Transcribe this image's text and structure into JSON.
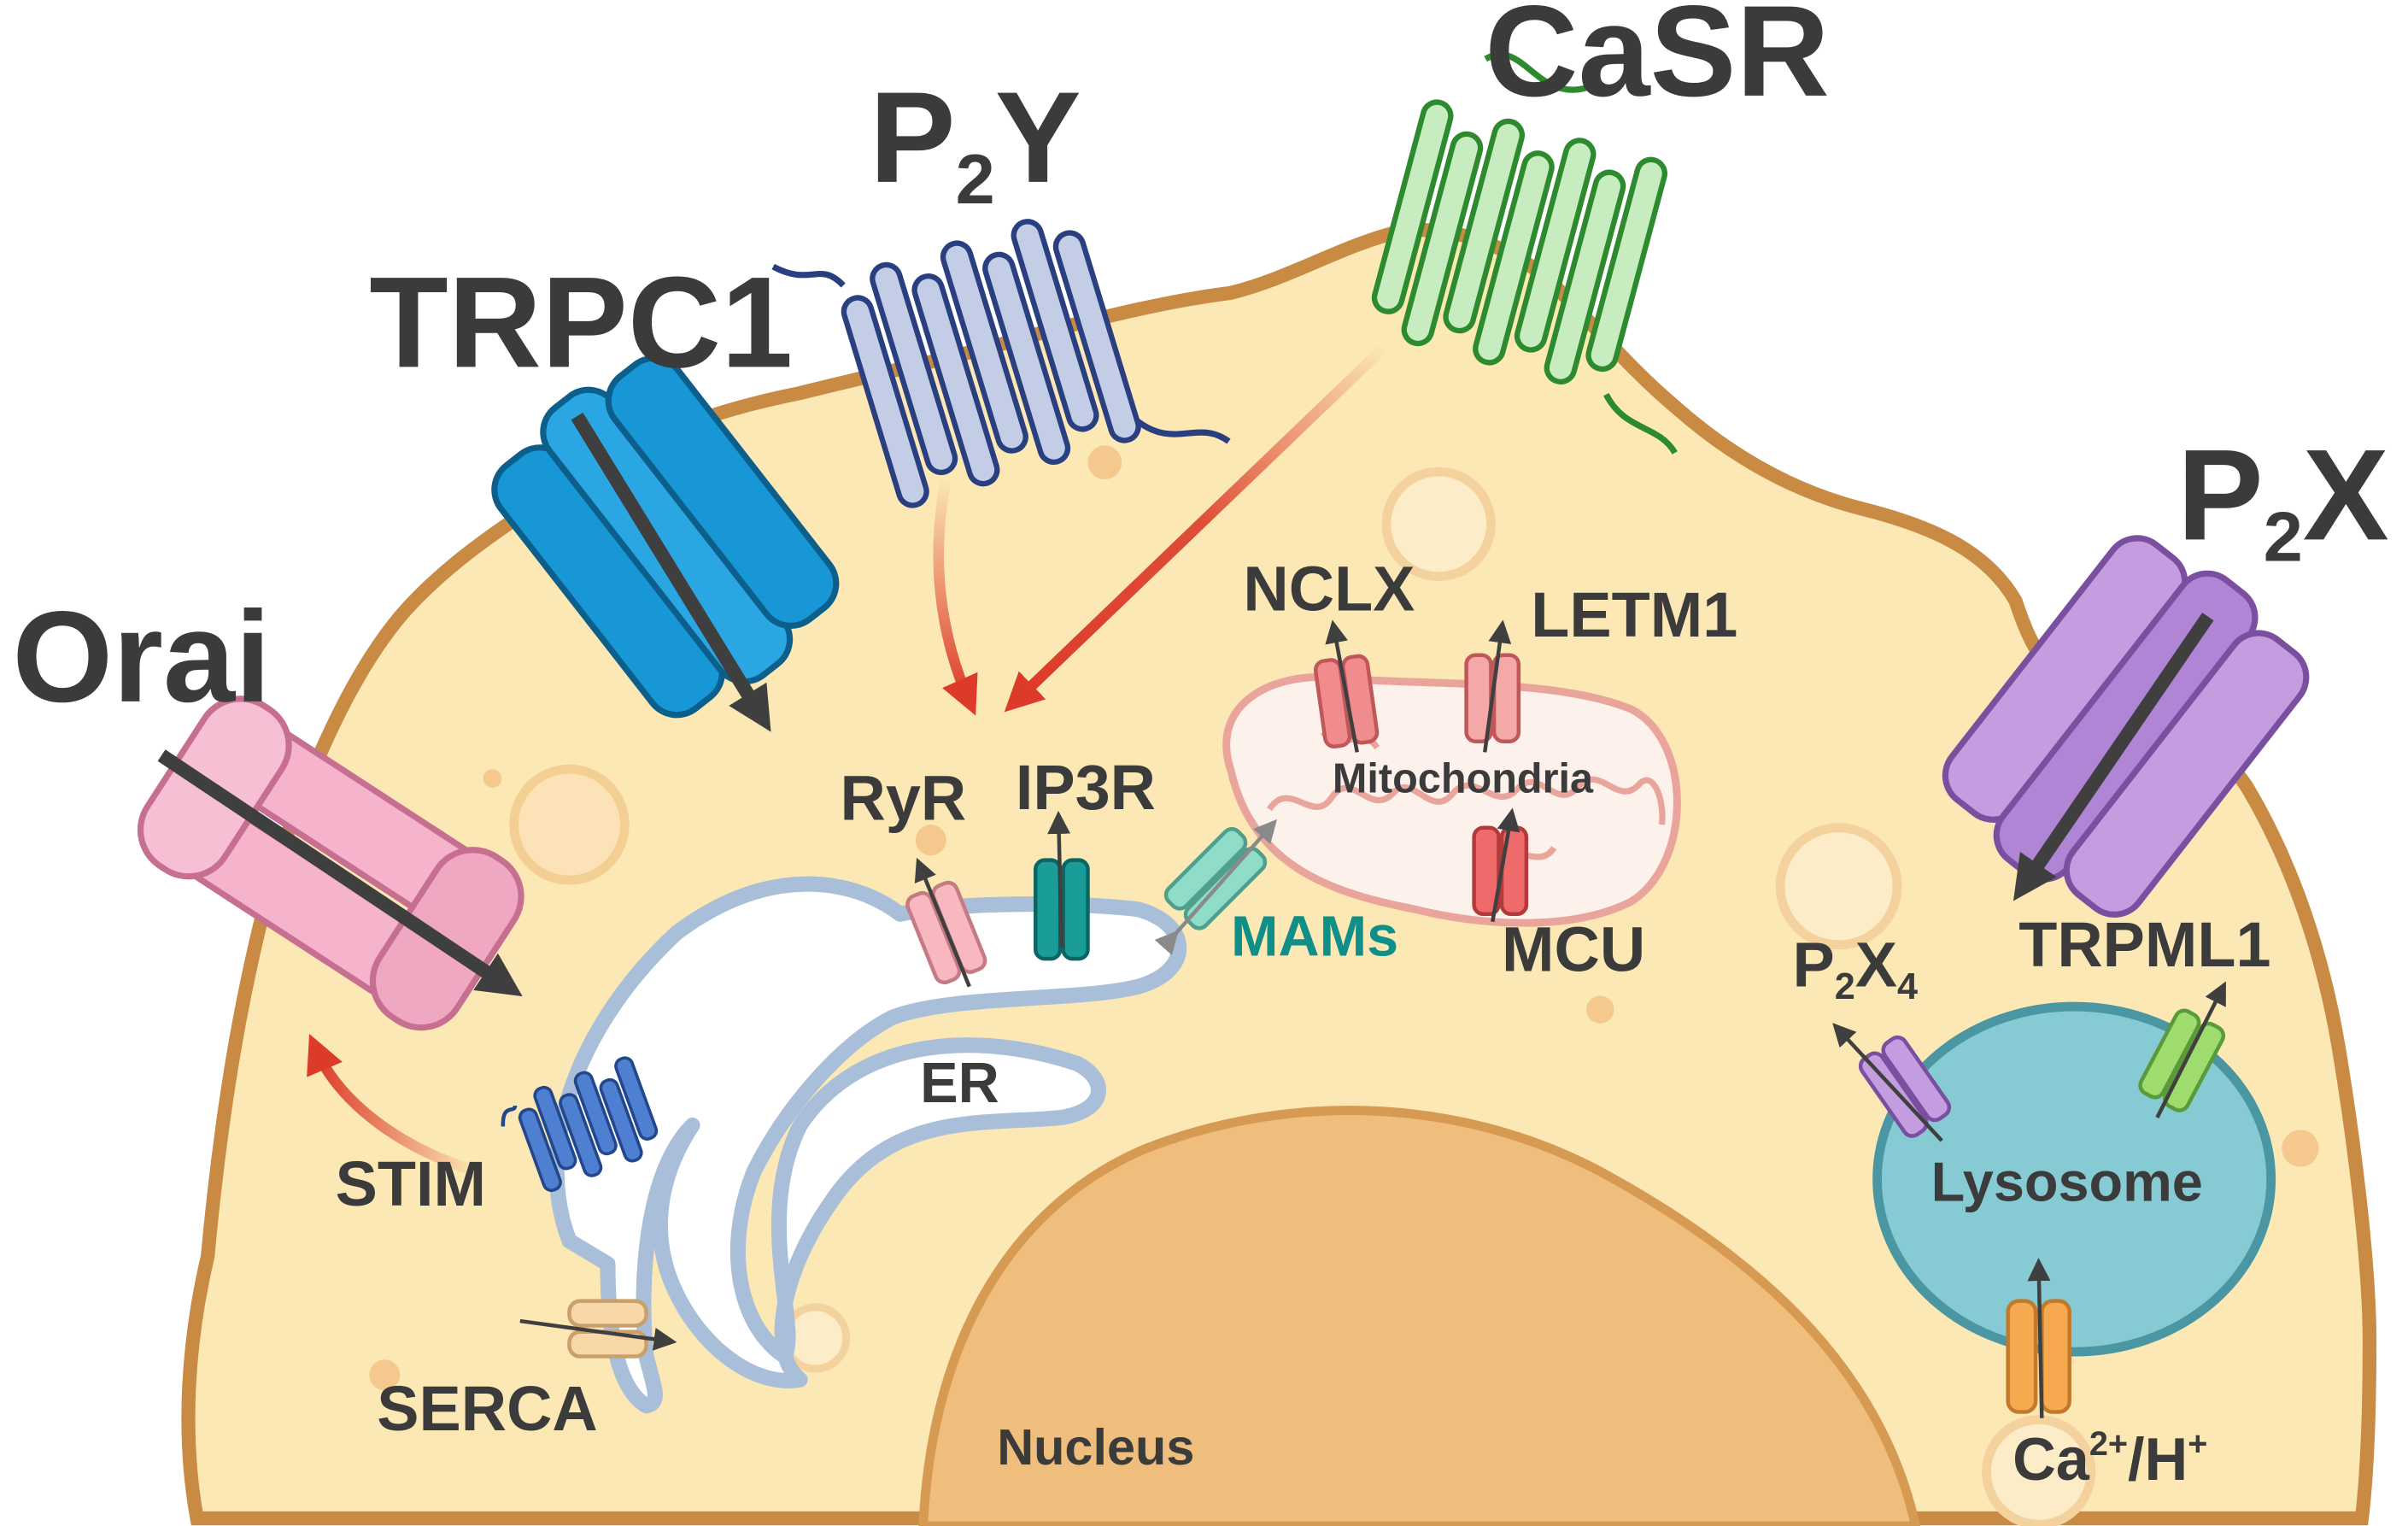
{
  "labels": {
    "orai": "Orai",
    "trpc1": "TRPC1",
    "p2y_main": "P",
    "p2y_sub": "2",
    "p2y_end": "Y",
    "casr": "CaSR",
    "p2x_main": "P",
    "p2x_sub": "2",
    "p2x_end": "X",
    "nclx": "NCLX",
    "letm1": "LETM1",
    "mitochondria": "Mitochondria",
    "ryr": "RyR",
    "ip3r": "IP3R",
    "mams": "MAMs",
    "mcu": "MCU",
    "er": "ER",
    "stim": "STIM",
    "serca": "SERCA",
    "nucleus": "Nucleus",
    "p2x4_a": "P",
    "p2x4_b": "2",
    "p2x4_c": "X",
    "p2x4_d": "4",
    "trpml1": "TRPML1",
    "lysosome": "Lysosome",
    "cah_a": "Ca",
    "cah_b": "2+",
    "cah_c": "/H",
    "cah_d": "+"
  },
  "colors": {
    "cytoplasm": "#fbe8b4",
    "membrane": "#c98a44",
    "nucleus": "#efbd7c",
    "er_fill": "#ffffff",
    "er_edge": "#a9bfd9",
    "mito_fill": "#fdf1ec",
    "mito_edge": "#e9a59c",
    "lysosome": "#86cad3",
    "orai": "#f5b4cc",
    "trpc1": "#1797d6",
    "p2y": "#c3cde6",
    "casr": "#c6ecc0",
    "p2x": "#c49de0",
    "arrow_red": "#dc3b2a",
    "arrow_dark": "#3f3f3f",
    "mams_text": "#0f8f87"
  }
}
